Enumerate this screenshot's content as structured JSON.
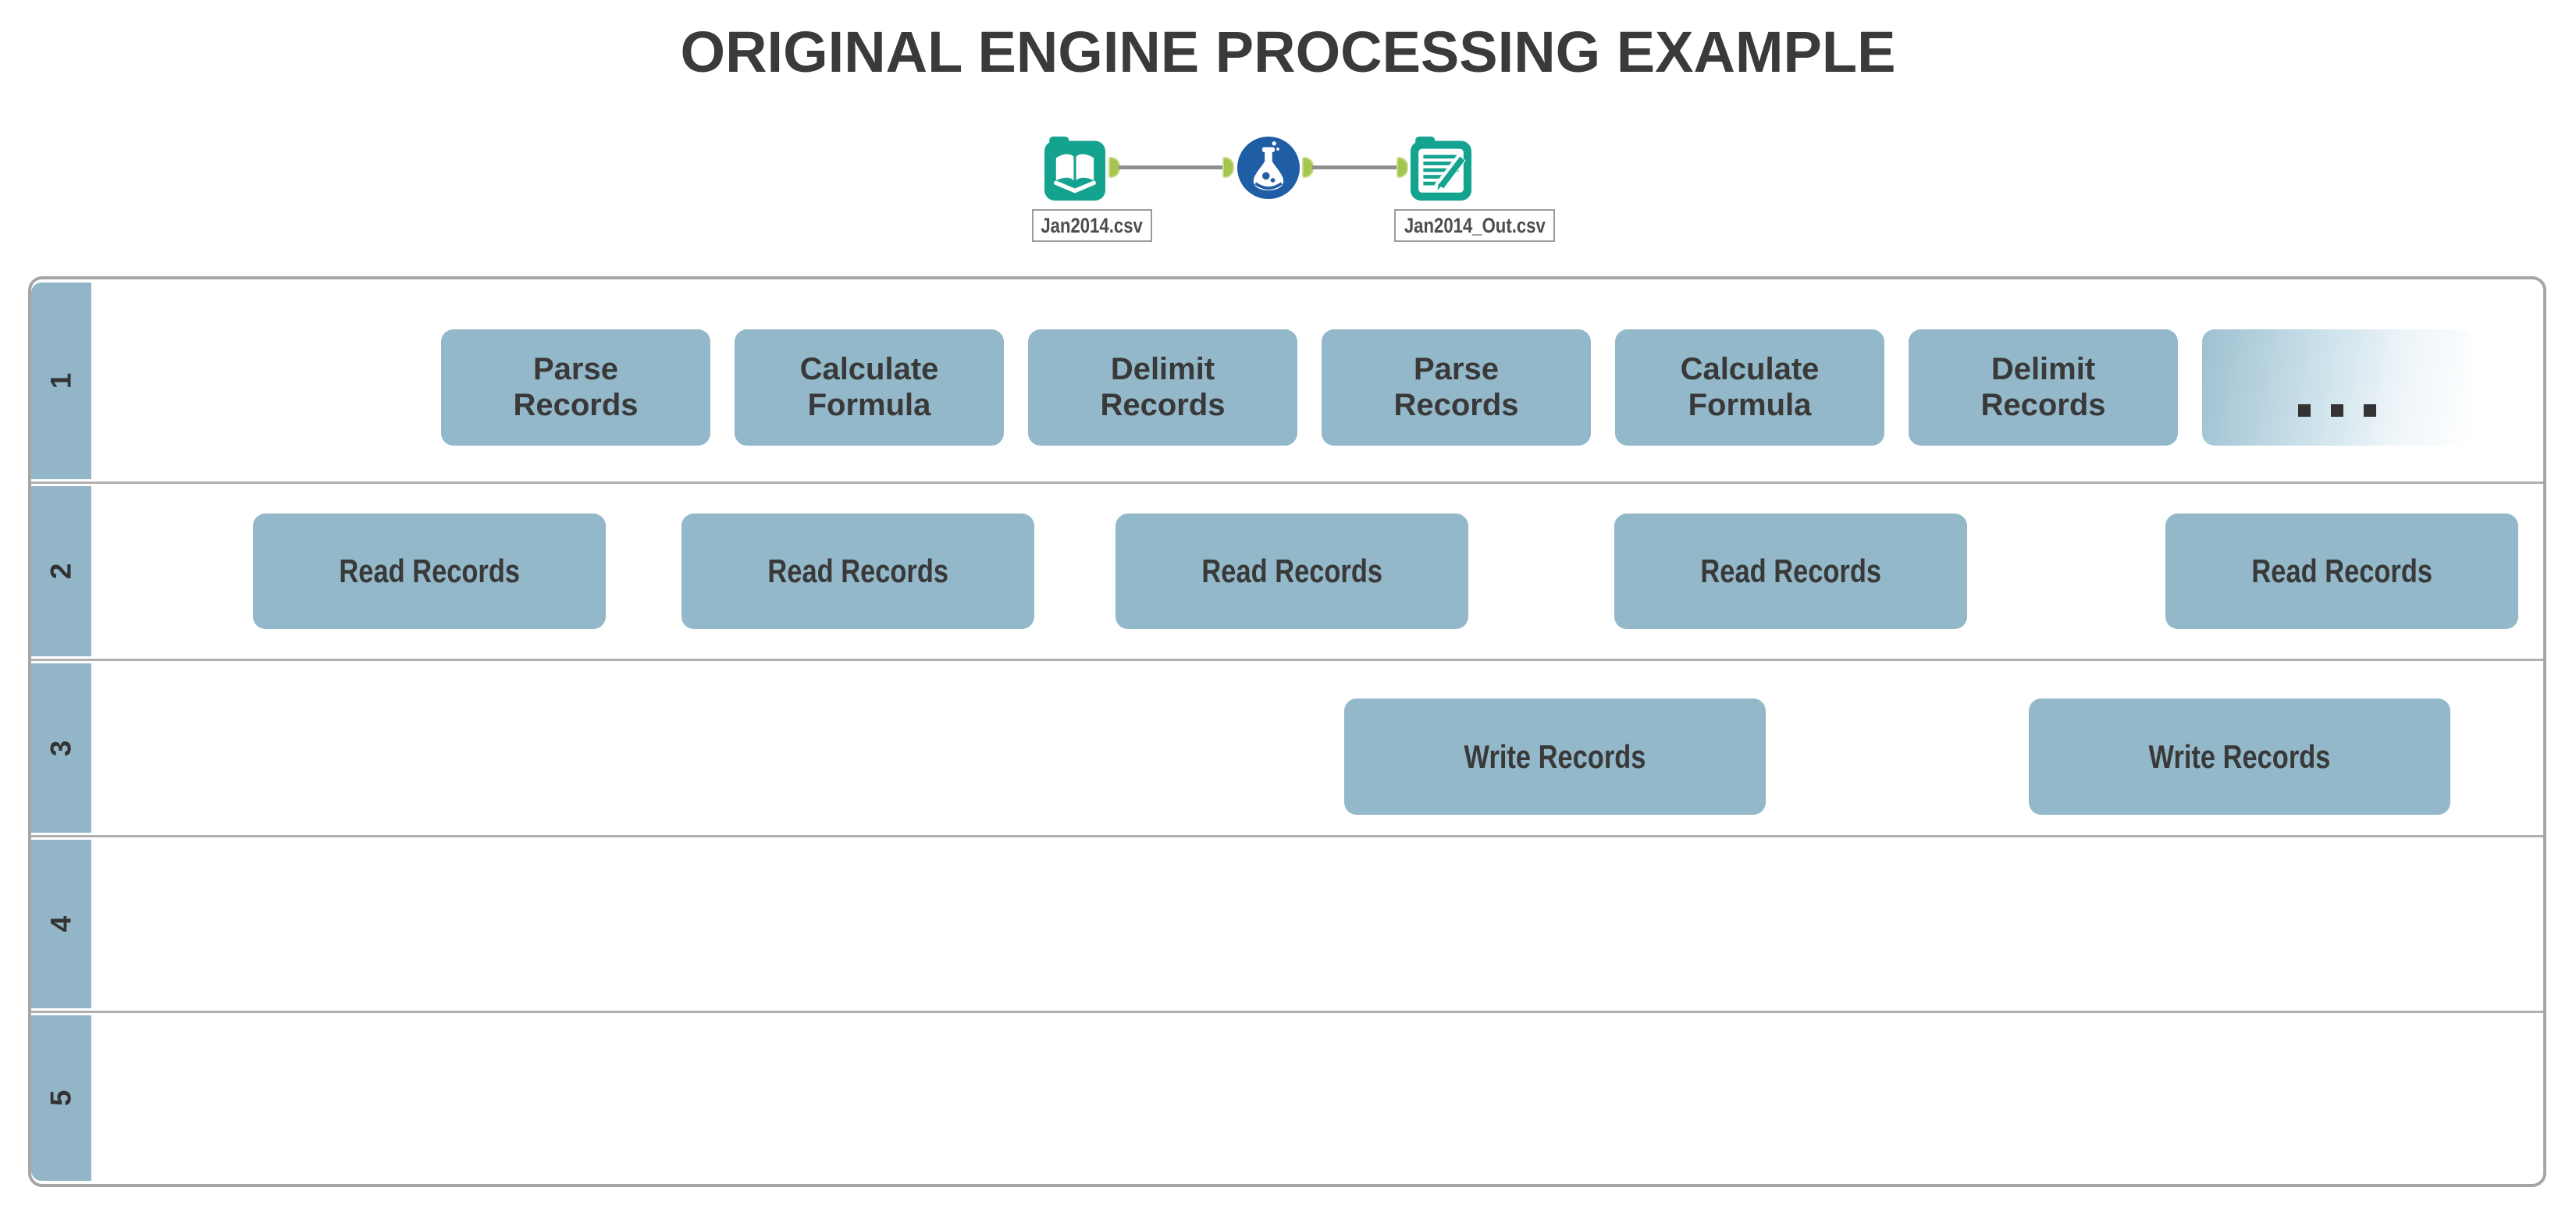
{
  "title": "ORIGINAL ENGINE PROCESSING EXAMPLE",
  "workflow": {
    "input_file_label": "Jan2014.csv",
    "output_file_label": "Jan2014_Out.csv",
    "tools": [
      {
        "icon": "input-data-tool-icon"
      },
      {
        "icon": "formula-tool-icon"
      },
      {
        "icon": "output-data-tool-icon"
      }
    ],
    "connector_icon": "connection-anchor-icon"
  },
  "colors": {
    "title_text": "#3a3a3a",
    "box_fill": "#93b8c9",
    "lane_label_fill": "#92b5c7",
    "container_border": "#a6a6a6",
    "lane_divider": "#b0b0b0",
    "box_text": "#393939",
    "tool_teal": "#13a38f",
    "tool_blue": "#1f5da5",
    "anchor_green": "#a4c64e",
    "connection_gray": "#8f8f8f"
  },
  "lanes": [
    {
      "number": "1",
      "boxes": [
        {
          "line1": "Parse",
          "line2": "Records"
        },
        {
          "line1": "Calculate",
          "line2": "Formula"
        },
        {
          "line1": "Delimit",
          "line2": "Records"
        },
        {
          "line1": "Parse",
          "line2": "Records"
        },
        {
          "line1": "Calculate",
          "line2": "Formula"
        },
        {
          "line1": "Delimit",
          "line2": "Records"
        },
        {
          "type": "ellipsis",
          "label": "..."
        }
      ]
    },
    {
      "number": "2",
      "boxes": [
        {
          "label": "Read Records"
        },
        {
          "label": "Read Records"
        },
        {
          "label": "Read Records"
        },
        {
          "label": "Read Records"
        },
        {
          "label": "Read Records"
        }
      ]
    },
    {
      "number": "3",
      "boxes": [
        {
          "label": "Write Records"
        },
        {
          "label": "Write Records"
        }
      ]
    },
    {
      "number": "4",
      "boxes": []
    },
    {
      "number": "5",
      "boxes": []
    }
  ]
}
